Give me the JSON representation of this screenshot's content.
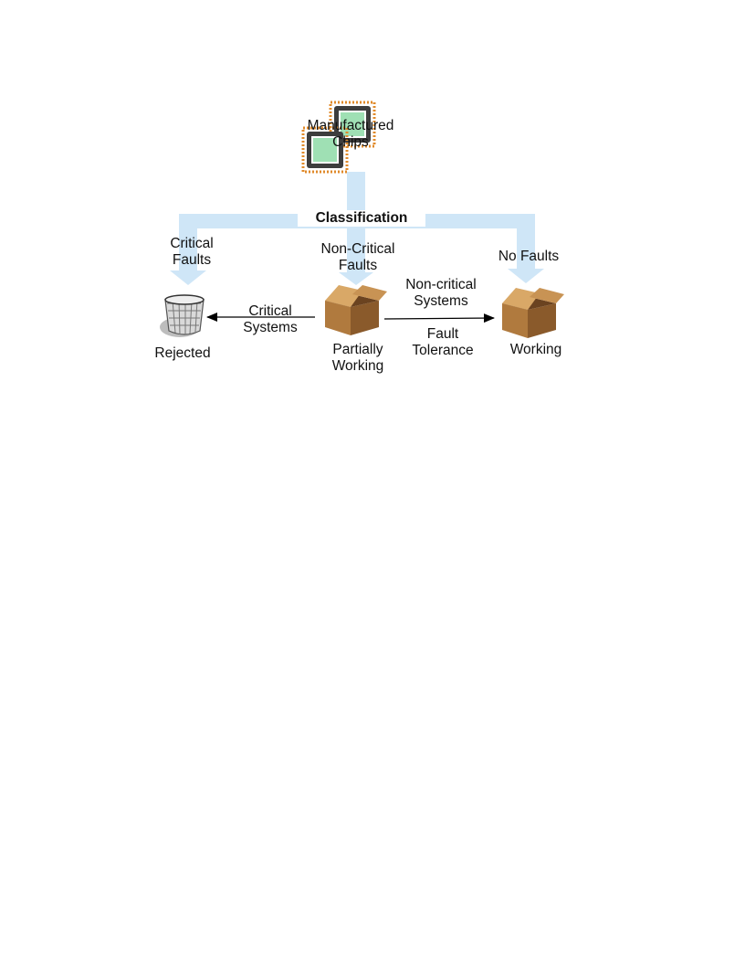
{
  "diagram": {
    "source_label": [
      "Manufactured",
      "Chips"
    ],
    "process_label": "Classification",
    "branches": {
      "critical_faults": [
        "Critical",
        "Faults"
      ],
      "non_critical_faults": [
        "Non-Critical",
        "Faults"
      ],
      "no_faults": "No Faults"
    },
    "outcomes": {
      "rejected": "Rejected",
      "partially_working": [
        "Partially",
        "Working"
      ],
      "working": "Working"
    },
    "edges": {
      "to_rejected": [
        "Critical",
        "Systems"
      ],
      "to_working_top": [
        "Non-critical",
        "Systems"
      ],
      "to_working_bottom": [
        "Fault",
        "Tolerance"
      ]
    },
    "colors": {
      "flow_arrow": "#cfe6f7",
      "box": "#b07a3e",
      "chip_pins": "#e08a2a",
      "chip_die": "#9fe0b4"
    },
    "icons": {
      "source": "chip-icon",
      "rejected": "trash-bin-icon",
      "partially_working": "open-box-icon",
      "working": "open-box-icon"
    }
  }
}
